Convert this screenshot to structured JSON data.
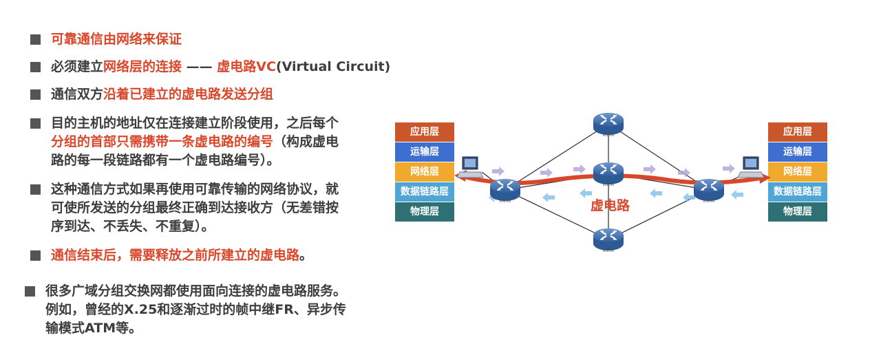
{
  "bullets": [
    {
      "segments": [
        {
          "text": "可靠通信由网络来保证",
          "color": "red"
        }
      ]
    },
    {
      "segments": [
        {
          "text": "必须建立",
          "color": "plain"
        },
        {
          "text": "网络层的连接",
          "color": "red"
        },
        {
          "text": " —— ",
          "color": "plain"
        },
        {
          "text": "虚电路VC",
          "color": "red"
        },
        {
          "text": "(Virtual Circuit)",
          "color": "plain"
        }
      ]
    },
    {
      "segments": [
        {
          "text": "通信双方",
          "color": "plain"
        },
        {
          "text": "沿着已建立的虚电路发送分组",
          "color": "red"
        }
      ]
    },
    {
      "lines": [
        [
          {
            "text": "目的主机的地址仅在连接建立阶段使用，之后每个",
            "color": "plain"
          }
        ],
        [
          {
            "text": "分组的首部只需携带一条虚电路的编号",
            "color": "red"
          },
          {
            "text": "（构成虚电",
            "color": "plain"
          }
        ],
        [
          {
            "text": "路的每一段链路都有一个虚电路编号）。",
            "color": "plain"
          }
        ]
      ]
    },
    {
      "lines": [
        [
          {
            "text": "这种通信方式如果再使用可靠传输的网络协议，就",
            "color": "plain"
          }
        ],
        [
          {
            "text": "可使所发送的分组最终正确到达接收方（无差错按",
            "color": "plain"
          }
        ],
        [
          {
            "text": "序到达、不丢失、不重复）。",
            "color": "plain"
          }
        ]
      ]
    },
    {
      "segments": [
        {
          "text": "通信结束后，需要释放之前所建立的虚电路",
          "color": "red"
        },
        {
          "text": "。",
          "color": "plain"
        }
      ]
    },
    {
      "lines": [
        [
          {
            "text": "很多广域分组交换网都使用面向连接的虚电路服务。",
            "color": "plain"
          }
        ],
        [
          {
            "text": "例如，曾经的X.25和逐渐过时的帧中继FR、异步传",
            "color": "plain"
          }
        ],
        [
          {
            "text": "输模式ATM等。",
            "color": "plain"
          }
        ]
      ]
    }
  ],
  "diagram": {
    "left_stack": [
      "应用层",
      "运输层",
      "网络层",
      "数据链路层",
      "物理层"
    ],
    "right_stack": [
      "应用层",
      "运输层",
      "网络层",
      "数据链路层",
      "物理层"
    ],
    "vc_label": "虚电路",
    "router_label": "ROUTER",
    "colors": {
      "accent_red": "#d9472b",
      "app": "#c9572b",
      "transport": "#3d6ed0",
      "network": "#f0a82d",
      "datalink": "#4fa5d4",
      "physical": "#2e7074"
    }
  }
}
